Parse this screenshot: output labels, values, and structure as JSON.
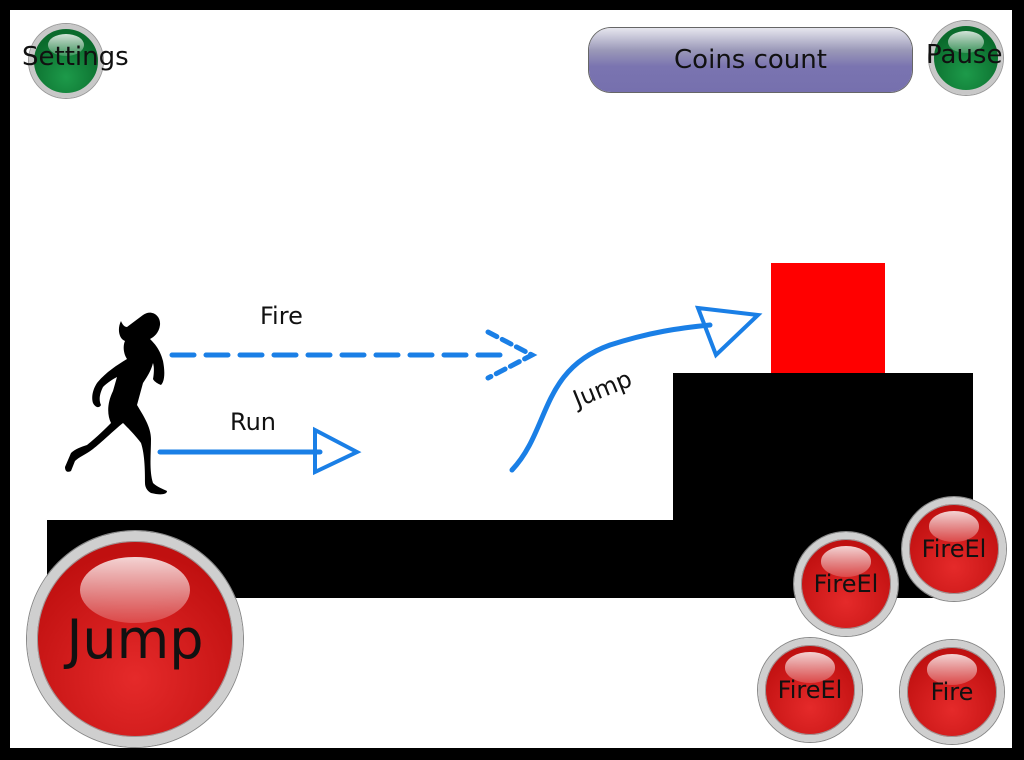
{
  "hud": {
    "settings_label": "Settings",
    "coins_label": "Coins count",
    "pause_label": "Pause"
  },
  "controls": {
    "jump_label": "Jump",
    "fire_el_1": "FireEl",
    "fire_el_2": "FireEl",
    "fire_el_3": "FireEl",
    "fire_label": "Fire"
  },
  "annotations": {
    "fire": "Fire",
    "run": "Run",
    "jump": "Jump"
  },
  "colors": {
    "hud_green": "#0f7a35",
    "button_red": "#d41c1c",
    "coins_bar": "#7a74b0",
    "obstacle": "#ff0000",
    "arrow_blue": "#1a7fe6"
  }
}
